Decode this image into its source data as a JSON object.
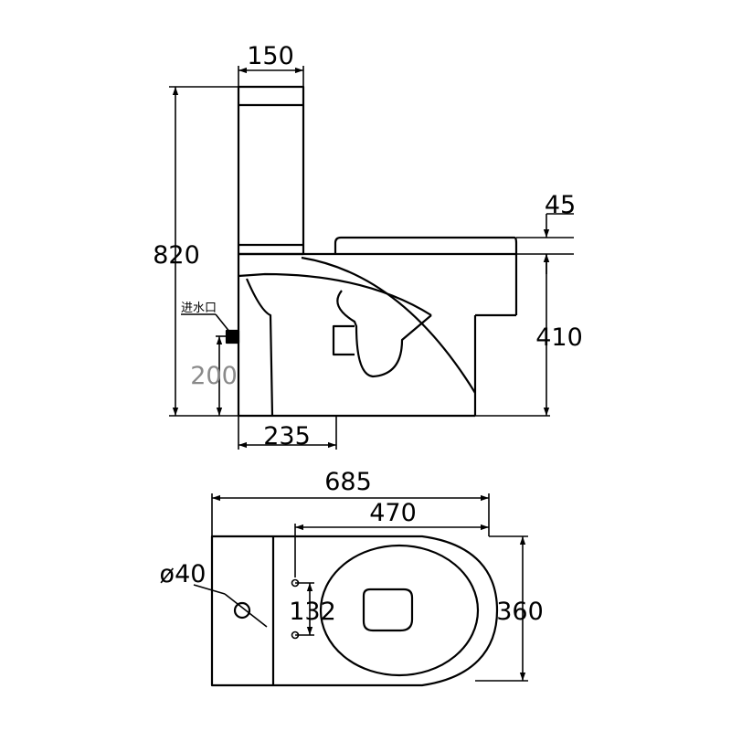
{
  "side_view": {
    "tank_width": "150",
    "overall_height": "820",
    "seat_offset": "45",
    "bowl_height": "410",
    "inlet_label": "进水口",
    "inlet_height": "200",
    "outlet_distance": "235"
  },
  "top_view": {
    "overall_length": "685",
    "bowl_length": "470",
    "hole_diameter": "ø40",
    "bolt_spacing": "132",
    "overall_width": "360"
  }
}
